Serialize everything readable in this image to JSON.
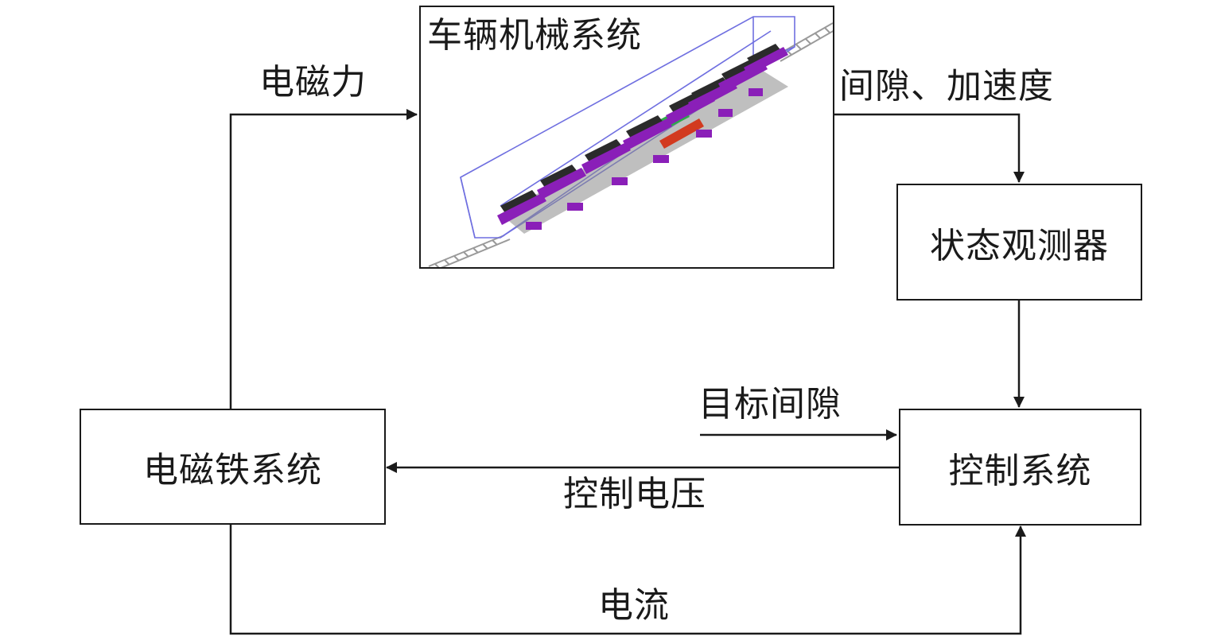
{
  "blocks": {
    "vehicle": {
      "title": "车辆机械系统"
    },
    "observer": {
      "label": "状态观测器"
    },
    "control": {
      "label": "控制系统"
    },
    "magnet": {
      "label": "电磁铁系统"
    }
  },
  "signals": {
    "electromagnetic_force": "电磁力",
    "gap_acceleration": "间隙、加速度",
    "target_gap": "目标间隙",
    "control_voltage": "控制电压",
    "current": "电流"
  },
  "colors": {
    "line": "#1a1a1a",
    "magnet_purple": "#8a1fb8",
    "bogie_dark": "#2b2b2b",
    "frame_blue": "#6f6fe0",
    "highlight_red": "#d23a1f",
    "highlight_green": "#2fa84a"
  }
}
